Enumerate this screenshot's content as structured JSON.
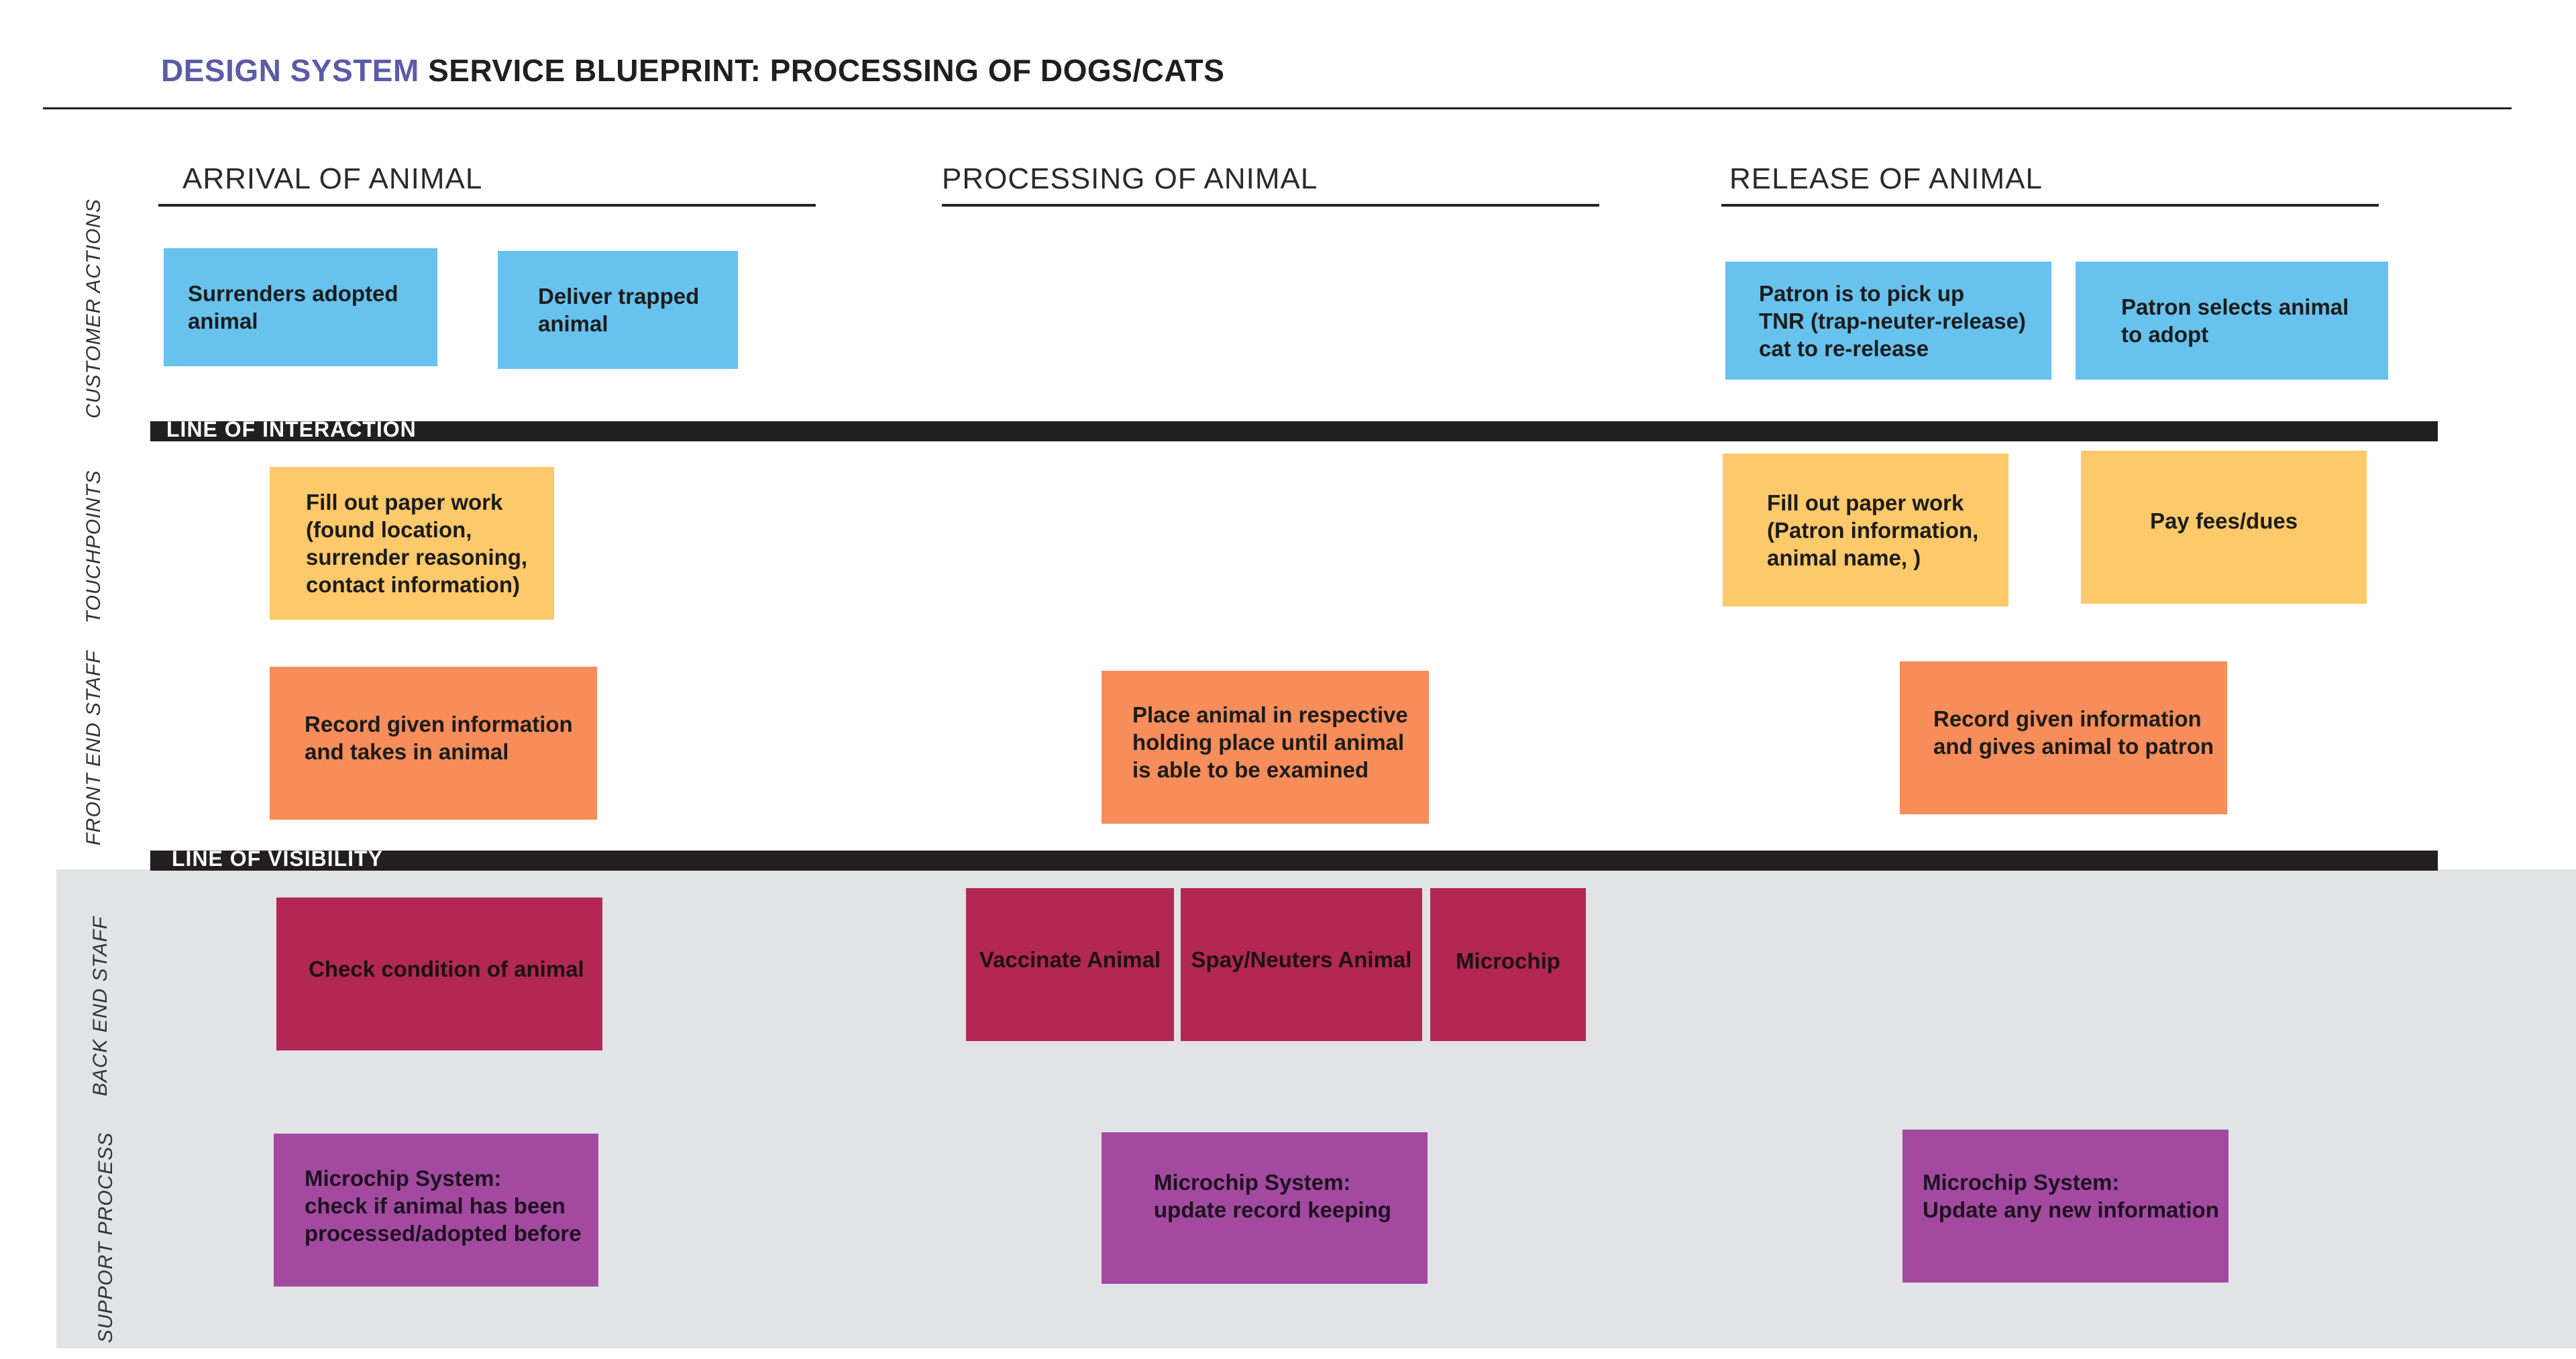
{
  "title": {
    "accent": "DESIGN SYSTEM",
    "rest": "SERVICE BLUEPRINT: PROCESSING OF DOGS/CATS"
  },
  "phases": [
    "ARRIVAL OF ANIMAL",
    "PROCESSING OF ANIMAL",
    "RELEASE OF ANIMAL"
  ],
  "lanes": [
    "CUSTOMER ACTIONS",
    "TOUCHPOINTS",
    "FRONT END STAFF",
    "BACK END STAFF",
    "SUPPORT PROCESS"
  ],
  "lines": {
    "interaction": "LINE OF INTERACTION",
    "visibility": "LINE OF VISIBILITY"
  },
  "colors": {
    "customer_actions": "#67c2ee",
    "touchpoints": "#fec96a",
    "front_end_staff": "#f68d5a",
    "back_end_staff": "#b22753",
    "support_process": "#a34aa0",
    "title_accent": "#5b5ba8",
    "backstage_area": "#e2e3e6"
  },
  "customer_actions": [
    "Surrenders adopted\nanimal",
    "Deliver trapped\nanimal",
    "Patron is to pick up\nTNR (trap-neuter-release)\ncat to re-release",
    "Patron selects animal\nto adopt"
  ],
  "touchpoints": [
    "Fill out paper work\n(found location,\nsurrender reasoning,\ncontact information)",
    "Fill out paper work\n(Patron information,\nanimal name, )",
    "Pay fees/dues"
  ],
  "front_end_staff": [
    "Record given information\nand takes in animal",
    "Place animal in respective\nholding place until animal\nis able to be examined",
    "Record given information\nand gives animal to patron"
  ],
  "back_end_staff": [
    "Check condition of animal",
    "Vaccinate Animal",
    "Spay/Neuters Animal",
    "Microchip"
  ],
  "support_process": [
    "Microchip System:\ncheck if animal has been\nprocessed/adopted before",
    "Microchip System:\n update record keeping",
    "Microchip System:\nUpdate any new information"
  ]
}
